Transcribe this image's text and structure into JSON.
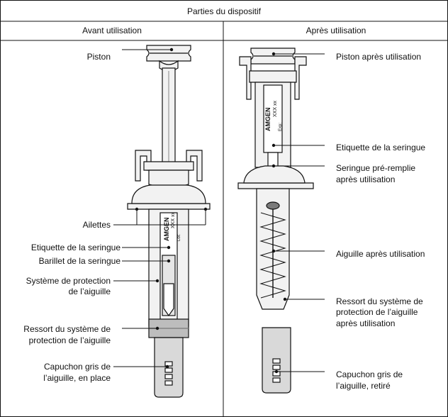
{
  "table": {
    "title": "Parties du dispositif",
    "col_before": "Avant utilisation",
    "col_after": "Après utilisation"
  },
  "before_labels": {
    "piston": "Piston",
    "ailettes": "Ailettes",
    "etiquette": "Etiquette de la seringue",
    "barillet": "Barillet de la seringue",
    "protection_1": "Système de protection",
    "protection_2": "de l’aiguille",
    "ressort_1": "Ressort du système de",
    "ressort_2": "protection de l’aiguille",
    "capuchon_1": "Capuchon gris de",
    "capuchon_2": "l’aiguille, en place"
  },
  "after_labels": {
    "piston": "Piston après utilisation",
    "etiquette": "Etiquette de la seringue",
    "seringue_1": "Seringue pré-remplie",
    "seringue_2": "après utilisation",
    "aiguille": "Aiguille après utilisation",
    "ressort_1": "Ressort du système de",
    "ressort_2": "protection de l’aiguille",
    "ressort_3": "après utilisation",
    "capuchon_1": "Capuchon gris de",
    "capuchon_2": "l’aiguille, retiré"
  },
  "syringe_label": {
    "brand": "AMGEN",
    "lot_code": "XXX xx",
    "lot": "Lot:",
    "exp": "Exp:"
  },
  "colors": {
    "line": "#111111",
    "body_fill": "#f2f2f2",
    "shade": "#bdbdbd",
    "dark": "#7a7a7a"
  }
}
